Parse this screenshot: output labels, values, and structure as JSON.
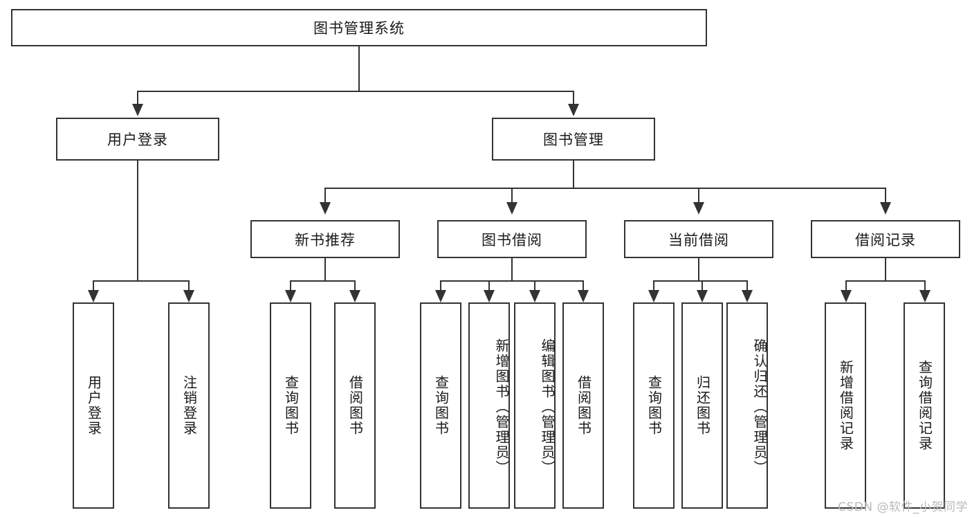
{
  "diagram": {
    "title": "图书管理系统",
    "type": "tree-hierarchy-functional-structure",
    "root": {
      "label": "图书管理系统"
    },
    "level2": [
      {
        "label": "用户登录"
      },
      {
        "label": "图书管理"
      }
    ],
    "level3": [
      {
        "label": "新书推荐"
      },
      {
        "label": "图书借阅"
      },
      {
        "label": "当前借阅"
      },
      {
        "label": "借阅记录"
      }
    ],
    "leaves": {
      "user_login": [
        {
          "label": "用户登录"
        },
        {
          "label": "注销登录"
        }
      ],
      "new_book_recommend": [
        {
          "label": "查询图书"
        },
        {
          "label": "借阅图书"
        }
      ],
      "book_borrow": [
        {
          "label": "查询图书"
        },
        {
          "label": "新增图书（管理员）"
        },
        {
          "label": "编辑图书（管理员）"
        },
        {
          "label": "借阅图书"
        }
      ],
      "current_borrow": [
        {
          "label": "查询图书"
        },
        {
          "label": "归还图书"
        },
        {
          "label": "确认归还（管理员）"
        }
      ],
      "borrow_record": [
        {
          "label": "新增借阅记录"
        },
        {
          "label": "查询借阅记录"
        }
      ]
    }
  },
  "watermark": {
    "text": "CSDN @软件_小贺同学"
  },
  "colors": {
    "stroke": "#333333",
    "fill": "#ffffff",
    "text": "#1a1a1a",
    "watermark": "#b9b9b9"
  }
}
